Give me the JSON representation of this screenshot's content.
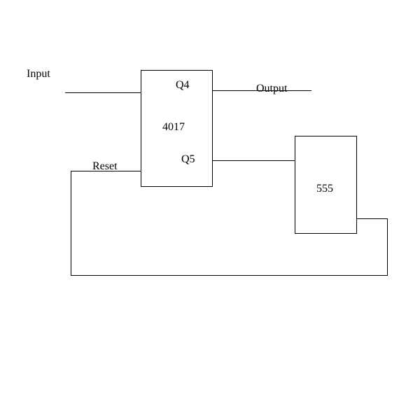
{
  "labels": {
    "input": "Input",
    "output": "Output",
    "reset": "Reset",
    "q4": "Q4",
    "q5": "Q5",
    "counter_chip": "4017",
    "timer_chip": "555"
  },
  "colors": {
    "background": "#ffffff",
    "stroke": "#000000"
  }
}
